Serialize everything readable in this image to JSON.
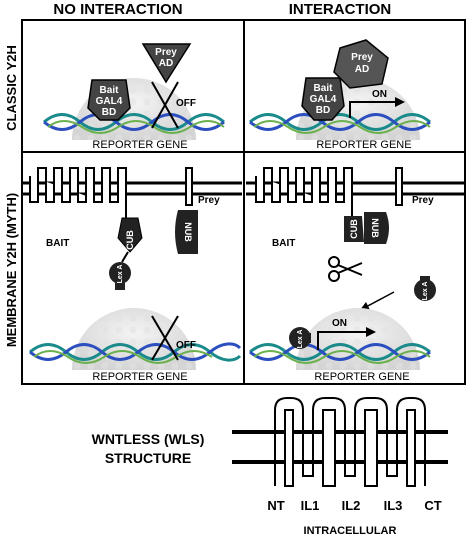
{
  "headers": {
    "left": "NO INTERACTION",
    "right": "INTERACTION"
  },
  "row_labels": {
    "classic": "CLASSIC Y2H",
    "membrane": "MEMBRANE Y2H (MYTH)"
  },
  "classic": {
    "bait_line1": "Bait",
    "bait_line2": "GAL4",
    "bait_line3": "BD",
    "prey_line1": "Prey",
    "prey_line2": "AD",
    "off": "OFF",
    "on": "ON",
    "reporter": "REPORTER GENE"
  },
  "membrane": {
    "prey": "Prey",
    "bait": "BAIT",
    "cub": "CUB",
    "nub": "NUB",
    "lexa": "Lex A",
    "off": "OFF",
    "on": "ON",
    "reporter": "REPORTER GENE"
  },
  "wls": {
    "title_line1": "WNTLESS (WLS)",
    "title_line2": "STRUCTURE",
    "nt": "NT",
    "il1": "IL1",
    "il2": "IL2",
    "il3": "IL3",
    "ct": "CT",
    "intracellular": "INTRACELLULAR"
  }
}
